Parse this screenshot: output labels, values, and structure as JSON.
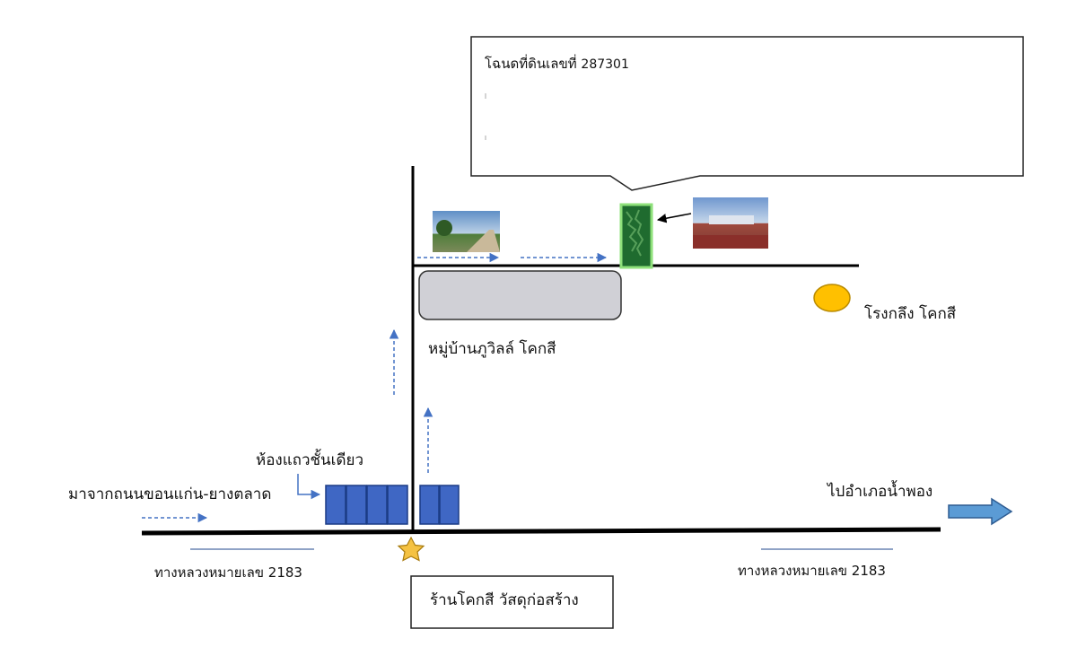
{
  "callout": {
    "deed_prefix": "โฉนดที่ดินเลขที่",
    "deed_number": "287301"
  },
  "labels": {
    "village": "หมู่บ้านภูวิลล์ โคกสี",
    "mill": "โรงกลึง โคกสี",
    "row_houses": "ห้องแถวชั้นเดียว",
    "from_road": "มาจากถนนขอนแก่น-ยางตลาด",
    "to_district": "ไปอำเภอน้ำพอง",
    "highway_left": "ทางหลวงหมายเลข 2183",
    "highway_right": "ทางหลวงหมายเลข 2183",
    "shop": "ร้านโคกสี วัสดุก่อสร้าง"
  },
  "colors": {
    "road": "#000000",
    "arrow": "#4472c4",
    "building": "#3f67c4",
    "village_block": "#d0d0d6",
    "mill_dot": "#ffc000",
    "plot": "#1f6b2f",
    "star": "#f5c242",
    "highway_line": "#8fa3c6"
  },
  "icons": [
    "star-icon",
    "arrow-right-icon",
    "photo-road",
    "photo-house"
  ]
}
